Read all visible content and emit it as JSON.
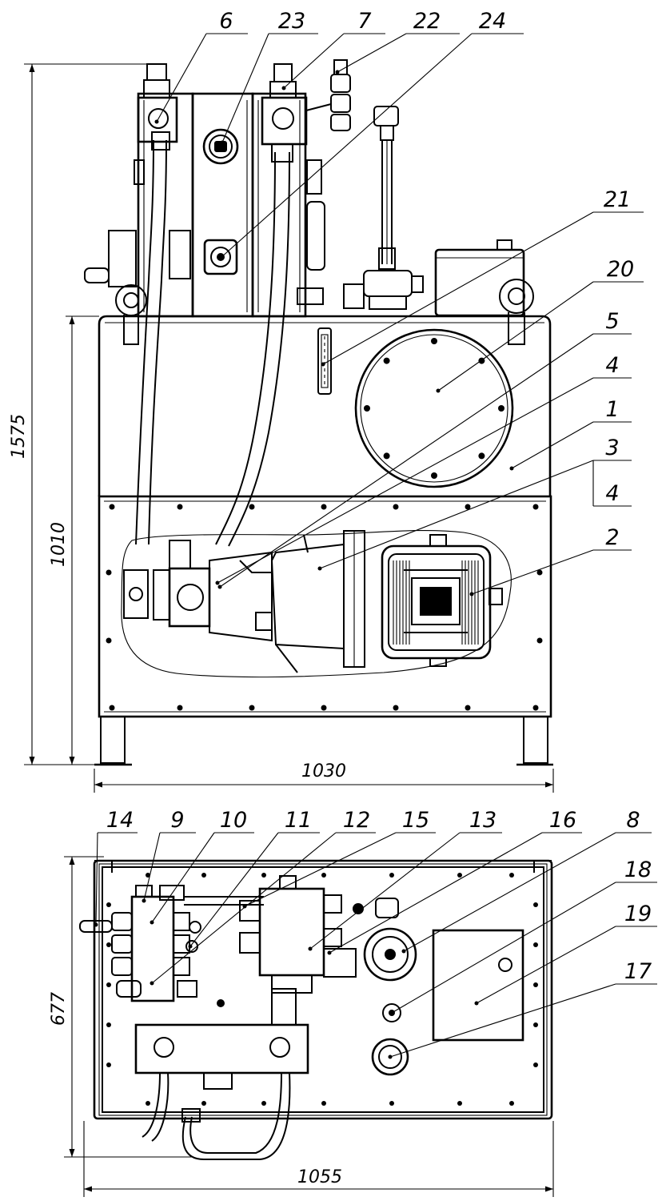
{
  "callouts_front": [
    "6",
    "23",
    "7",
    "22",
    "24",
    "21",
    "20",
    "5",
    "4",
    "1",
    "3",
    "4",
    "2"
  ],
  "callouts_top": [
    "14",
    "9",
    "10",
    "11",
    "12",
    "15",
    "13",
    "16",
    "8",
    "18",
    "19",
    "17"
  ],
  "dimensions": {
    "total_height": "1575",
    "tank_height": "1010",
    "front_width": "1030",
    "plan_depth": "677",
    "plan_width": "1055"
  }
}
